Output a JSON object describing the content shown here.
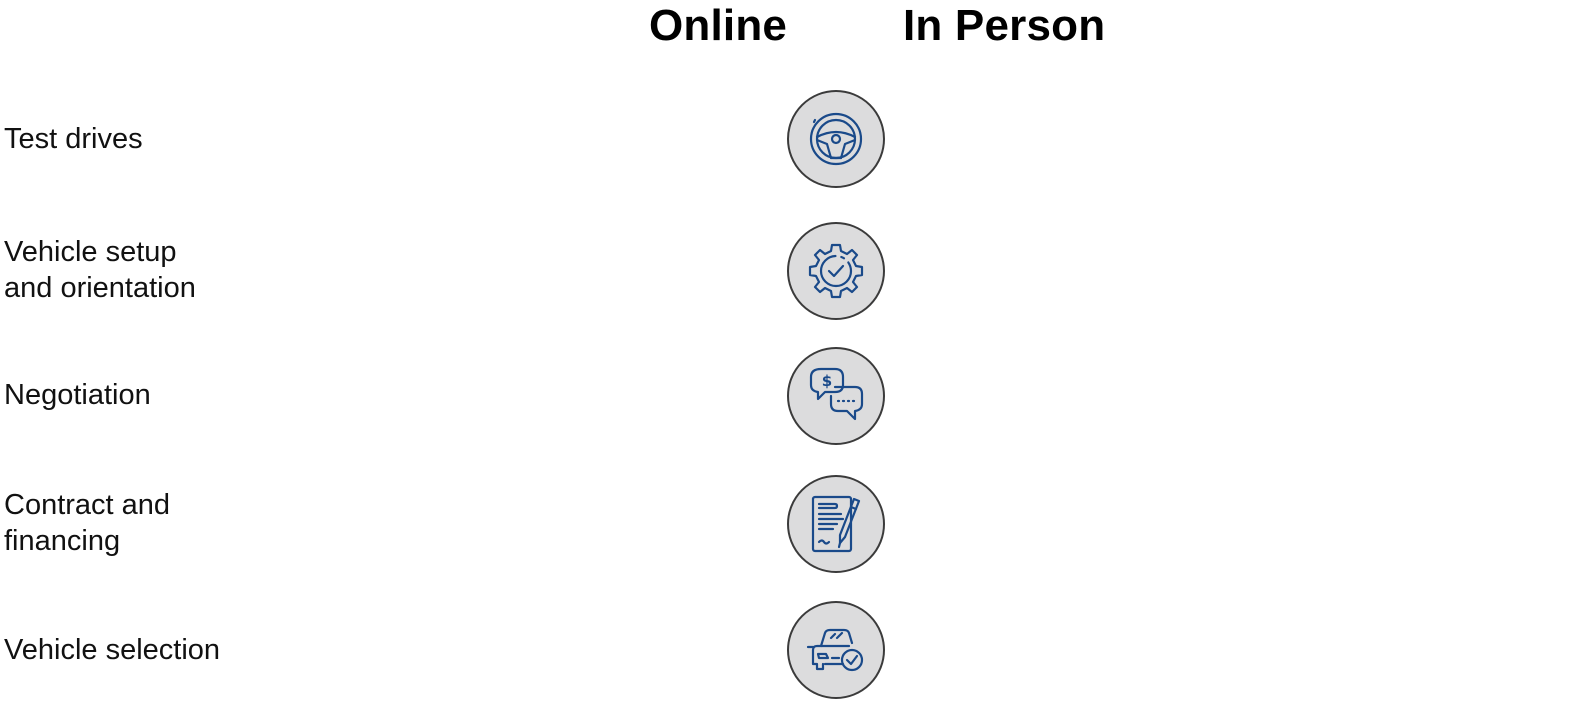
{
  "headers": {
    "online": "Online",
    "in_person": "In Person"
  },
  "rows": [
    {
      "label_lines": [
        "Test drives"
      ],
      "icon": "steering-wheel-icon"
    },
    {
      "label_lines": [
        "Vehicle setup",
        "and orientation"
      ],
      "icon": "gear-check-icon"
    },
    {
      "label_lines": [
        "Negotiation"
      ],
      "icon": "price-chat-icon"
    },
    {
      "label_lines": [
        "Contract and",
        "financing"
      ],
      "icon": "contract-signing-icon"
    },
    {
      "label_lines": [
        "Vehicle selection"
      ],
      "icon": "car-check-icon"
    }
  ],
  "icon_glyphs": {
    "dollar": "$"
  },
  "colors": {
    "icon_stroke": "#1a4a8a",
    "badge_fill": "#dcdcdd",
    "badge_border": "#3b3b3b"
  }
}
